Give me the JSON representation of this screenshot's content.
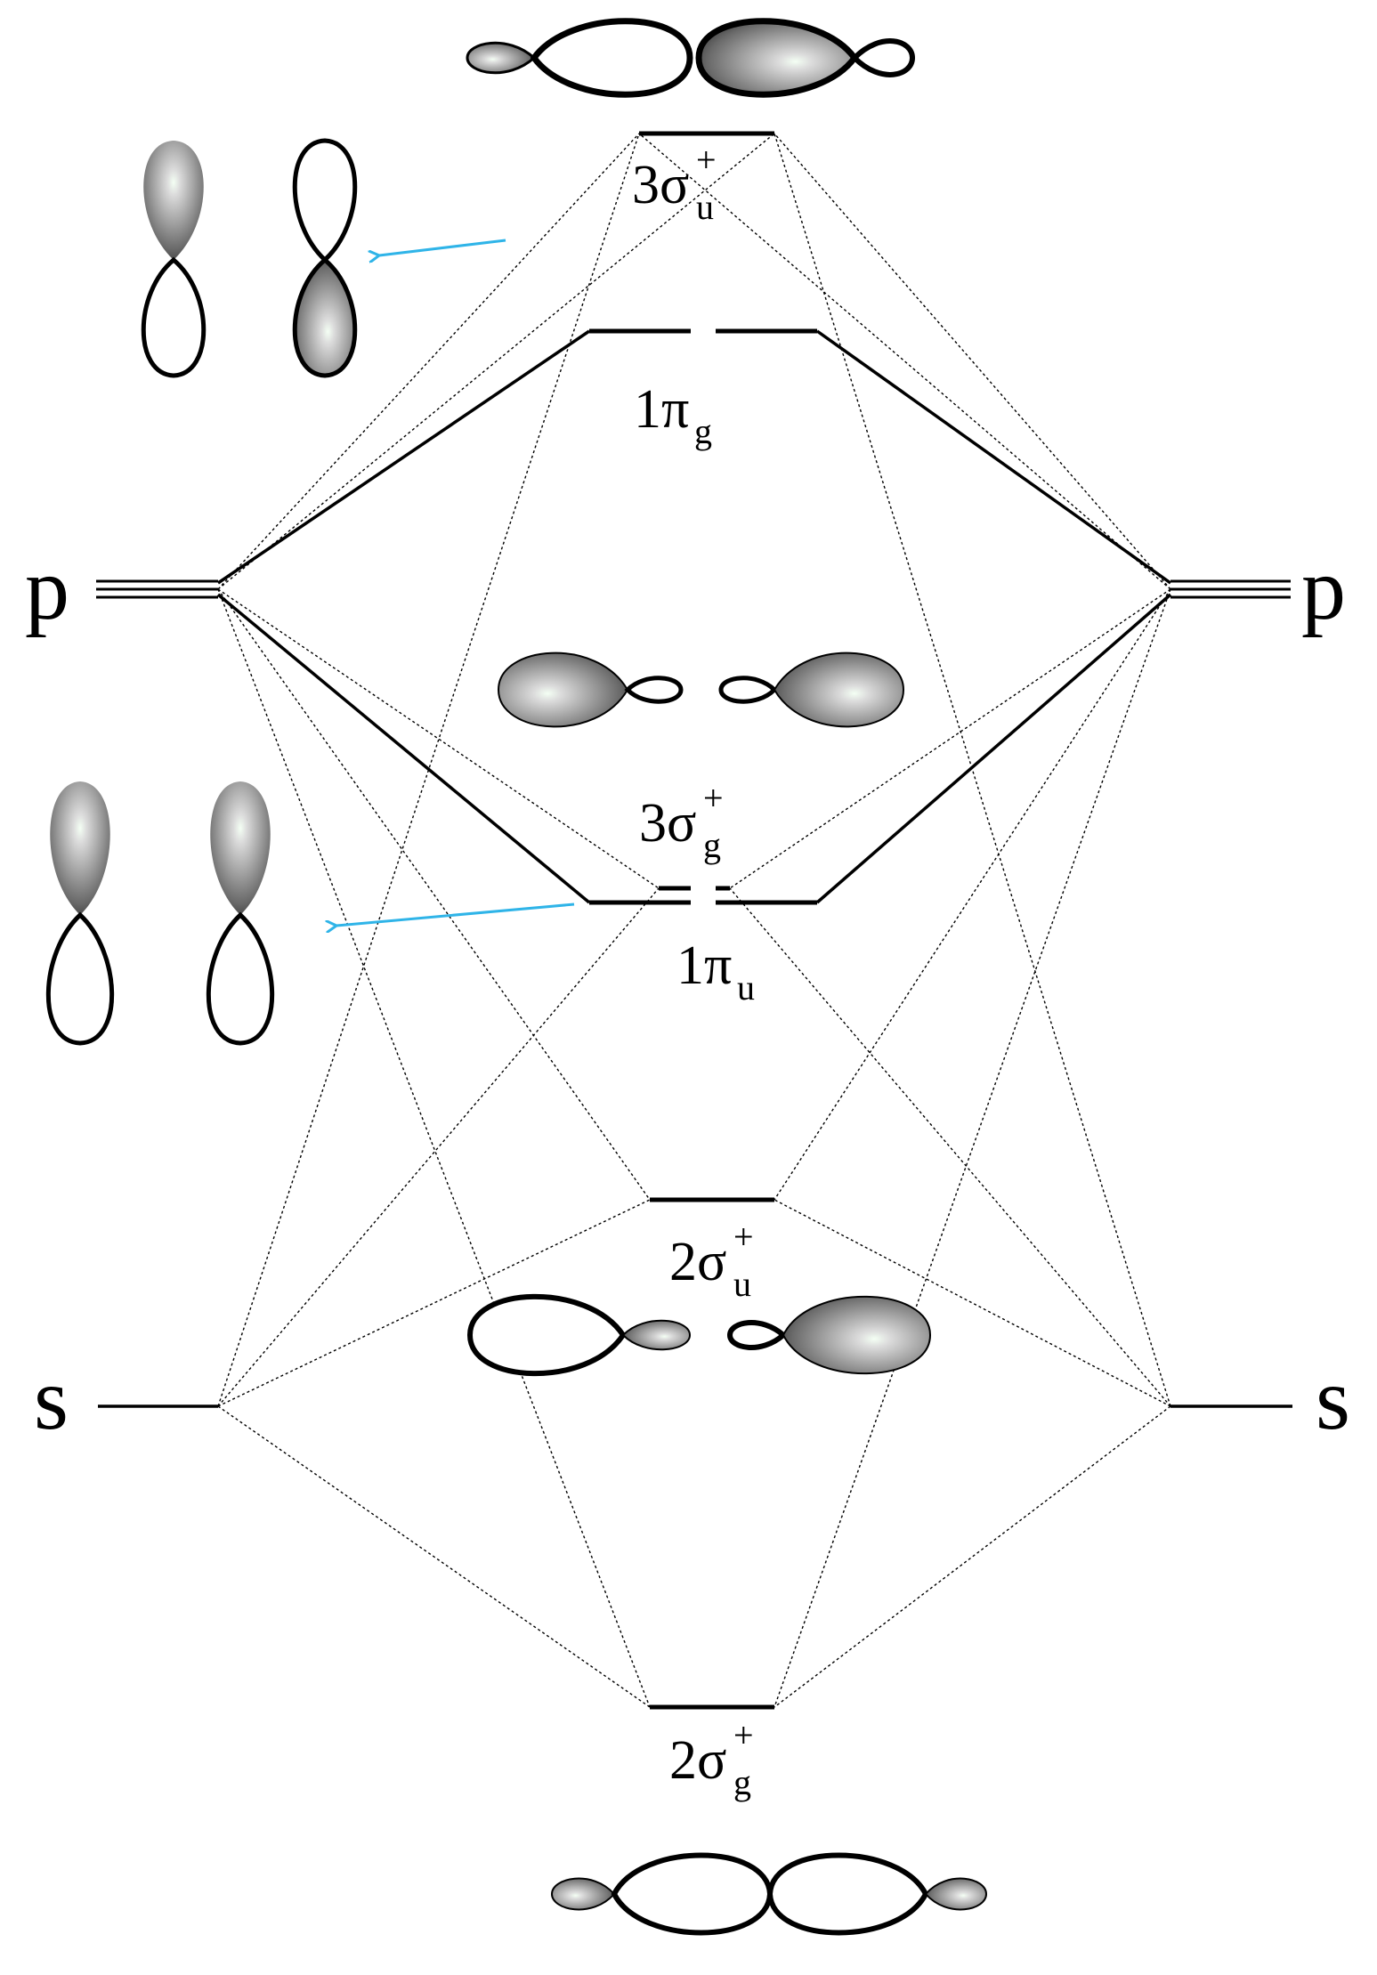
{
  "atoms": {
    "left_p": "p",
    "right_p": "p",
    "left_s": "s",
    "right_s": "s"
  },
  "orbitals": {
    "o3su": {
      "coef": "3",
      "symbol": "σ",
      "sub": "u",
      "sup": "+"
    },
    "o1pg": {
      "coef": "1",
      "symbol": "π",
      "sub": "g",
      "sup": ""
    },
    "o3sg": {
      "coef": "3",
      "symbol": "σ",
      "sub": "g",
      "sup": "+"
    },
    "o1pu": {
      "coef": "1",
      "symbol": "π",
      "sub": "u",
      "sup": ""
    },
    "o2su": {
      "coef": "2",
      "symbol": "σ",
      "sub": "u",
      "sup": "+"
    },
    "o2sg": {
      "coef": "2",
      "symbol": "σ",
      "sub": "g",
      "sup": "+"
    }
  },
  "colors": {
    "line": "#000000",
    "arrow": "#2fb4e8",
    "lobe_dark": "#3c3c3c",
    "lobe_light": "#f4fff4"
  }
}
